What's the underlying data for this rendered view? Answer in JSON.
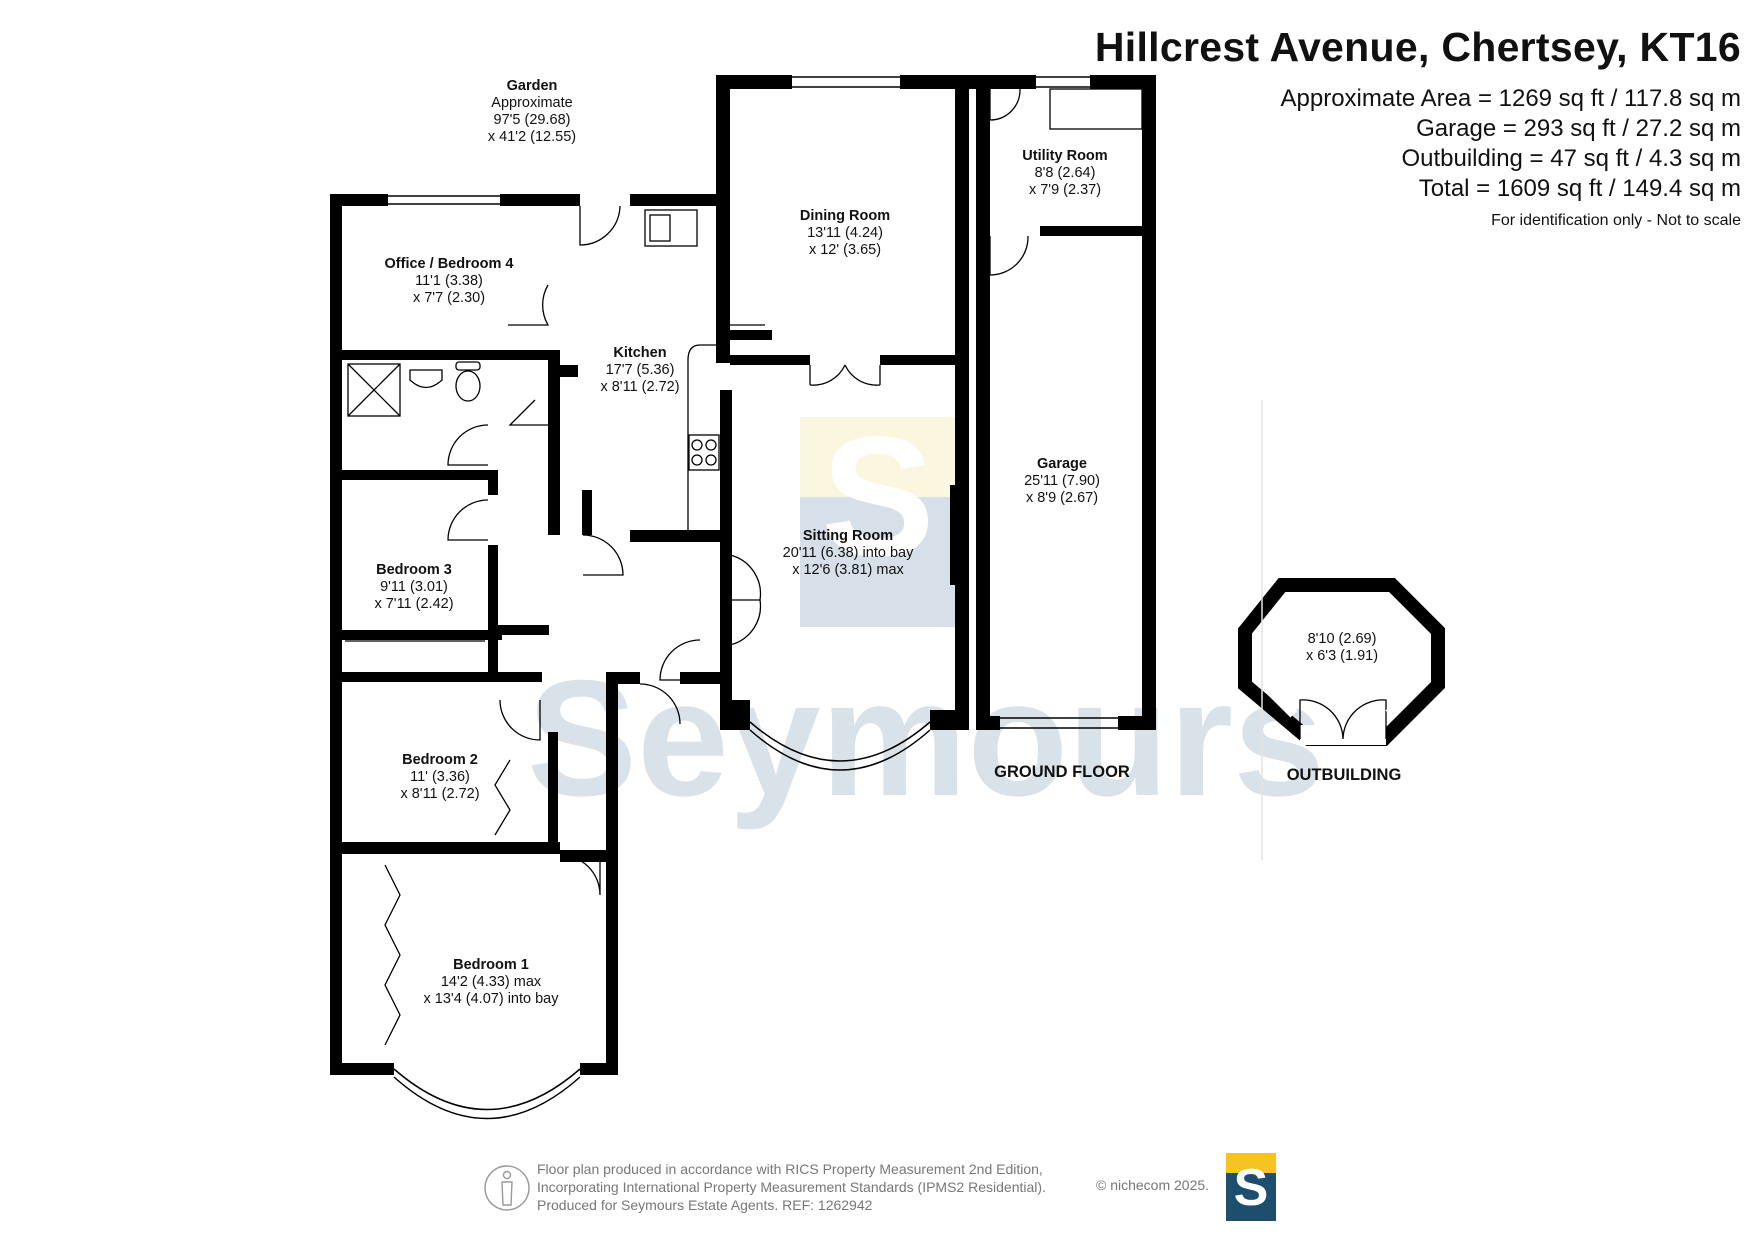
{
  "header": {
    "title": "Hillcrest Avenue, Chertsey, KT16",
    "areas": [
      "Approximate Area = 1269 sq ft / 117.8 sq m",
      "Garage = 293 sq ft / 27.2 sq m",
      "Outbuilding = 47 sq ft / 4.3 sq m",
      "Total = 1609 sq ft / 149.4 sq m"
    ],
    "note": "For identification only - Not to scale"
  },
  "rooms": {
    "garden": {
      "name": "Garden",
      "l1": "Approximate",
      "l2": "97'5 (29.68)",
      "l3": "x 41'2 (12.55)"
    },
    "office": {
      "name": "Office / Bedroom 4",
      "l1": "11'1 (3.38)",
      "l2": "x 7'7 (2.30)"
    },
    "kitchen": {
      "name": "Kitchen",
      "l1": "17'7 (5.36)",
      "l2": "x 8'11 (2.72)"
    },
    "dining": {
      "name": "Dining Room",
      "l1": "13'11 (4.24)",
      "l2": "x 12' (3.65)"
    },
    "utility": {
      "name": "Utility Room",
      "l1": "8'8 (2.64)",
      "l2": "x 7'9 (2.37)"
    },
    "garage": {
      "name": "Garage",
      "l1": "25'11 (7.90)",
      "l2": "x 8'9 (2.67)"
    },
    "sitting": {
      "name": "Sitting Room",
      "l1": "20'11 (6.38) into bay",
      "l2": "x 12'6 (3.81) max"
    },
    "bed3": {
      "name": "Bedroom 3",
      "l1": "9'11 (3.01)",
      "l2": "x 7'11 (2.42)"
    },
    "bed2": {
      "name": "Bedroom 2",
      "l1": "11' (3.36)",
      "l2": "x 8'11 (2.72)"
    },
    "bed1": {
      "name": "Bedroom 1",
      "l1": "14'2 (4.33) max",
      "l2": "x 13'4 (4.07) into bay"
    },
    "outbuilding": {
      "l1": "8'10 (2.69)",
      "l2": "x 6'3 (1.91)"
    }
  },
  "floor_labels": {
    "ground": "GROUND FLOOR",
    "outbuilding": "OUTBUILDING"
  },
  "watermark": {
    "text": "Seymours",
    "logo_letter": "S"
  },
  "footer": {
    "lines": [
      "Floor plan produced in accordance with RICS Property Measurement 2nd Edition,",
      "Incorporating International Property Measurement Standards (IPMS2 Residential).",
      "Produced for Seymours Estate Agents.   REF: 1262942"
    ],
    "copyright": "© nichecom 2025.",
    "logo_letter": "S"
  },
  "colors": {
    "wall": "#000000",
    "watermark": "#d3dde5",
    "logo_blue": "#1d4e6e",
    "logo_yellow": "#f6c224"
  }
}
